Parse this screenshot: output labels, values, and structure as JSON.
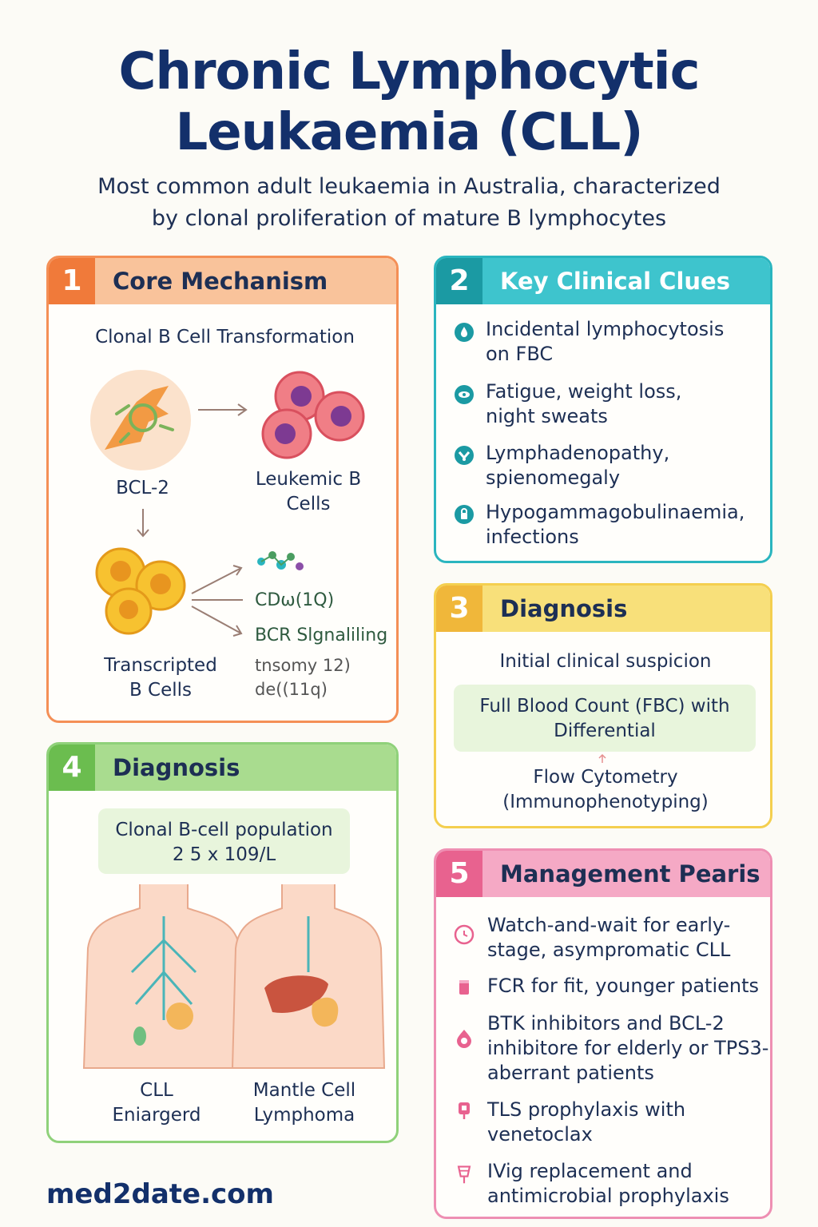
{
  "header": {
    "title_line1": "Chronic Lymphocytic",
    "title_line2": "Leukaemia (CLL)",
    "subtitle_line1": "Most common adult leukaemia in Australia, characterized",
    "subtitle_line2": "by clonal proliferation of mature B lymphocytes"
  },
  "colors": {
    "card1": "#f48f56",
    "card2": "#2ab5bf",
    "card3": "#f4cf4f",
    "card4": "#8fd17a",
    "card5": "#ee8fb3",
    "title": "#13306b"
  },
  "core": {
    "num": "1",
    "title": "Core Mechanism",
    "subtitle": "Clonal B Cell Transformation",
    "bcl2_label": "BCL-2",
    "leukemic_line1": "Leukemic B",
    "leukemic_line2": "Cells",
    "cd_label": "CDω(1Q)",
    "bcr_label": "BCR Slgnaliling",
    "trisomy_label": "tnsomy 12)",
    "del_label": "de((11q)",
    "transcribed_line1": "Transcripted",
    "transcribed_line2": "B Cells"
  },
  "clues": {
    "num": "2",
    "title": "Key Clinical Clues",
    "items": [
      {
        "icon": "drop-icon",
        "line1": "Incidental lymphocytosis",
        "line2": "on FBC"
      },
      {
        "icon": "eye-icon",
        "line1": "Fatigue, weight loss,",
        "line2": "night sweats"
      },
      {
        "icon": "node-icon",
        "line1": "Lymphadenopathy,",
        "line2": "spienomegaly"
      },
      {
        "icon": "lock-icon",
        "line1": "Hypogammagobulinaemia,",
        "line2": "infections"
      }
    ]
  },
  "diag3": {
    "num": "3",
    "title": "Diagnosis",
    "step1": "Initial clinical suspicion",
    "box_line1": "Full Blood Count (FBC) with",
    "box_line2": "Differential",
    "step3_line1": "Flow Cytometry",
    "step3_line2": "(Immunophenotyping)"
  },
  "diag4": {
    "num": "4",
    "title": "Diagnosis",
    "box_line1": "Clonal B-cell population",
    "box_line2": "2 5 x 109/L",
    "cll_line1": "CLL",
    "cll_line2": "Eniargerd",
    "mcl_line1": "Mantle Cell",
    "mcl_line2": "Lymphoma"
  },
  "mgmt": {
    "num": "5",
    "title": "Management Pearis",
    "items": [
      {
        "icon": "clock-icon",
        "lines": [
          "Watch-and-wait for early-",
          "stage, asympromatic CLL"
        ]
      },
      {
        "icon": "vial-icon",
        "lines": [
          "FCR for fit, younger patients"
        ]
      },
      {
        "icon": "pill-icon",
        "lines": [
          "BTK inhibitors and BCL-2",
          "inhibitore for elderly or TPS3-",
          "aberrant patients"
        ]
      },
      {
        "icon": "iv-bag-icon",
        "lines": [
          "TLS prophylaxis with",
          "venetoclax"
        ]
      },
      {
        "icon": "drip-icon",
        "lines": [
          "IVig replacement and",
          "antimicrobial prophylaxis"
        ]
      }
    ]
  },
  "footer": {
    "site": "med2date.com"
  }
}
